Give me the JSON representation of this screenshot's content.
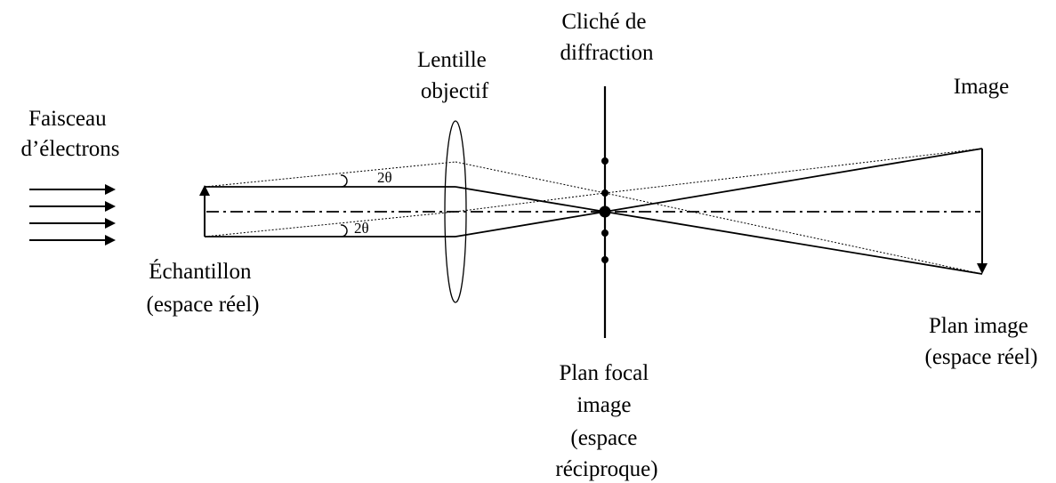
{
  "labels": {
    "beam": [
      "Faisceau",
      "d’électrons"
    ],
    "lens": [
      "Lentille",
      "objectif"
    ],
    "diffraction": [
      "Cliché de",
      "diffraction"
    ],
    "image": "Image",
    "sample": [
      "Échantillon",
      "(espace réel)"
    ],
    "image_plane": [
      "Plan image",
      "(espace réel)"
    ],
    "focal_plane": [
      "Plan focal",
      "image",
      "(espace",
      "réciproque)"
    ],
    "angle_top": "2θ",
    "angle_bottom": "2θ"
  }
}
